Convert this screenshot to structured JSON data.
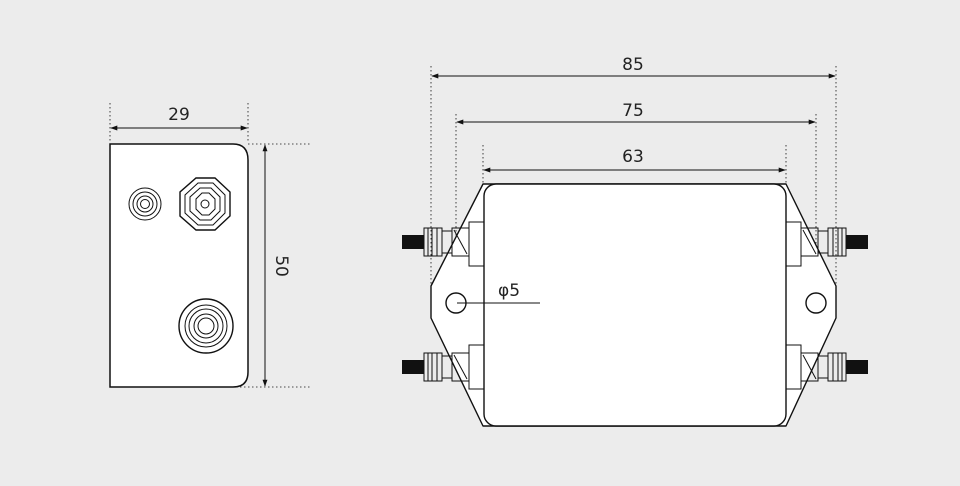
{
  "side_view": {
    "width_label": "29",
    "height_label": "50"
  },
  "front_view": {
    "overall_width_label": "85",
    "hole_spacing_label": "75",
    "body_width_label": "63",
    "hole_diameter_label": "φ5"
  },
  "colors": {
    "background": "#ececec",
    "body_fill": "#ffffff",
    "line": "#111111",
    "wire": "#111111"
  }
}
